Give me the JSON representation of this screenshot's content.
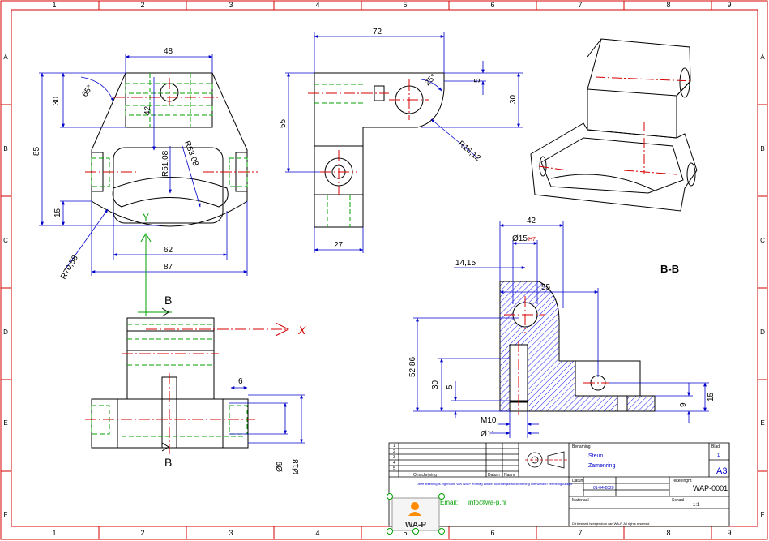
{
  "sheet": {
    "grid_columns": [
      "1",
      "2",
      "3",
      "4",
      "5",
      "6",
      "7",
      "8",
      "9"
    ],
    "grid_rows": [
      "A",
      "B",
      "C",
      "D",
      "E",
      "F"
    ],
    "colors": {
      "border": "#d40000",
      "geometry": "#000000",
      "dimension": "#0000cc",
      "centerline": "#d40000",
      "hidden": "#00a000",
      "hatch": "#1a1aff"
    }
  },
  "views": {
    "front": {
      "dims": {
        "width_top": "48",
        "depth_30": "30",
        "angle": "65°",
        "hole_42": "42",
        "height_85": "85",
        "r51": "R51,08",
        "r63": "R63,08",
        "height_15": "15",
        "r70": "R70,58",
        "width_62": "62",
        "width_87": "87"
      },
      "axis_y": "Y"
    },
    "side": {
      "dims": {
        "width_72": "72",
        "angle_25": "25°",
        "dim_5": "5",
        "dim_30": "30",
        "height_55": "55",
        "r16": "R16,12",
        "width_27": "27"
      }
    },
    "top": {
      "section_mark": "B",
      "axis_x": "X",
      "dims": {
        "dim_6": "6",
        "dia_9": "Ø9",
        "dia_18": "Ø18"
      }
    },
    "section": {
      "label": "B-B",
      "dims": {
        "width_42": "42",
        "dia_15": "Ø15",
        "tol": "H7",
        "width_1415": "14,15",
        "width_55": "55",
        "height_5286": "52,86",
        "height_30": "30",
        "height_5": "5",
        "thread": "M10",
        "dia_11": "Ø11",
        "dim_9": "9",
        "dim_15": "15"
      }
    }
  },
  "title_block": {
    "rev_rows": [
      "1",
      "2",
      "3",
      "4",
      "5"
    ],
    "rev_header": [
      "Omschrijving",
      "Datum",
      "Naam"
    ],
    "description_header": "Benaming",
    "name": "Steun",
    "subtitle": "Zamenring",
    "sheet_label": "Blad",
    "sheet_num": "1",
    "sheet_size": "A3",
    "drawing_label": "Tekeningnr.",
    "drawing_number": "WAP-0001",
    "scale_label": "Schaal",
    "scale": "1:1",
    "date_label": "Datum",
    "date": "01-04-2020",
    "material_label": "Materiaal",
    "notes": "Deze tekening is eigendom van WA-P en mag zonder schriftelijke toestemming niet worden vermenigvuldigd",
    "email_label": "Email:",
    "email": "info@wa-p.nl",
    "footer": "Dit bestand is eigendom van WA-P. All rights reserved",
    "logo_text": "WA-P"
  }
}
